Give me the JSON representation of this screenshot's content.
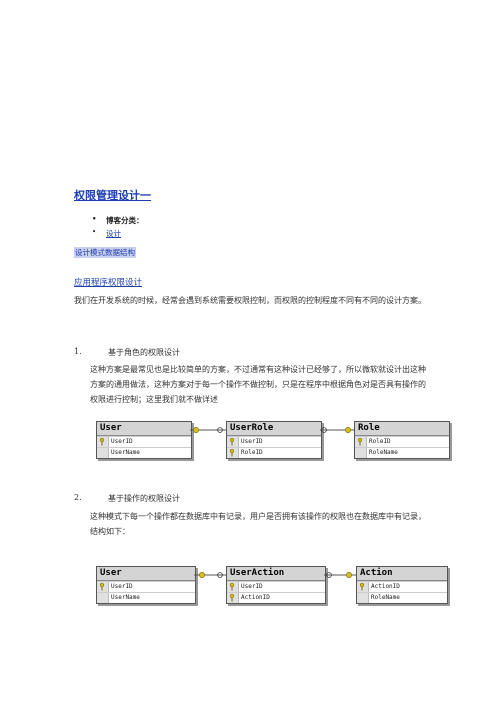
{
  "doc": {
    "title": "权限管理设计一",
    "meta_category_label": "博客分类：",
    "meta_tag": "设计",
    "tags_line": "设计模式数据结构",
    "subtitle_link": "应用程序权限设计",
    "intro": "我们在开发系统的时候，经常会遇到系统需要权限控制，而权限的控制程度不同有不同的设计方案。",
    "section1": {
      "num": "1.",
      "heading": "基于角色的权限设计",
      "body": "这种方案是最常见也是比较简单的方案，不过通常有这种设计已经够了，所以微软就设计出这种方案的通用做法，这种方案对于每一个操作不做控制，只是在程序中根据角色对是否具有操作的权限进行控制；这里我们就不做详述"
    },
    "section2": {
      "num": "2.",
      "heading": "基于操作的权限设计",
      "body": "这种模式下每一个操作都在数据库中有记录，用户是否拥有该操作的权限也在数据库中有记录，结构如下："
    }
  },
  "diagram1": {
    "tables": [
      {
        "name": "User",
        "fields": [
          {
            "name": "UserID",
            "key": true
          },
          {
            "name": "UserName",
            "key": false
          }
        ]
      },
      {
        "name": "UserRole",
        "fields": [
          {
            "name": "UserID",
            "key": true
          },
          {
            "name": "RoleID",
            "key": true
          }
        ]
      },
      {
        "name": "Role",
        "fields": [
          {
            "name": "RoleID",
            "key": true
          },
          {
            "name": "RoleName",
            "key": false
          }
        ]
      }
    ]
  },
  "diagram2": {
    "tables": [
      {
        "name": "User",
        "fields": [
          {
            "name": "UserID",
            "key": true
          },
          {
            "name": "UserName",
            "key": false
          }
        ]
      },
      {
        "name": "UserAction",
        "fields": [
          {
            "name": "UserID",
            "key": true
          },
          {
            "name": "ActionID",
            "key": true
          }
        ]
      },
      {
        "name": "Action",
        "fields": [
          {
            "name": "ActionID",
            "key": true
          },
          {
            "name": "RoleName",
            "key": false
          }
        ]
      }
    ]
  },
  "colors": {
    "link": "#1f3fb0",
    "tag_bg": "#c8d0ee",
    "key": "#d8c020"
  }
}
